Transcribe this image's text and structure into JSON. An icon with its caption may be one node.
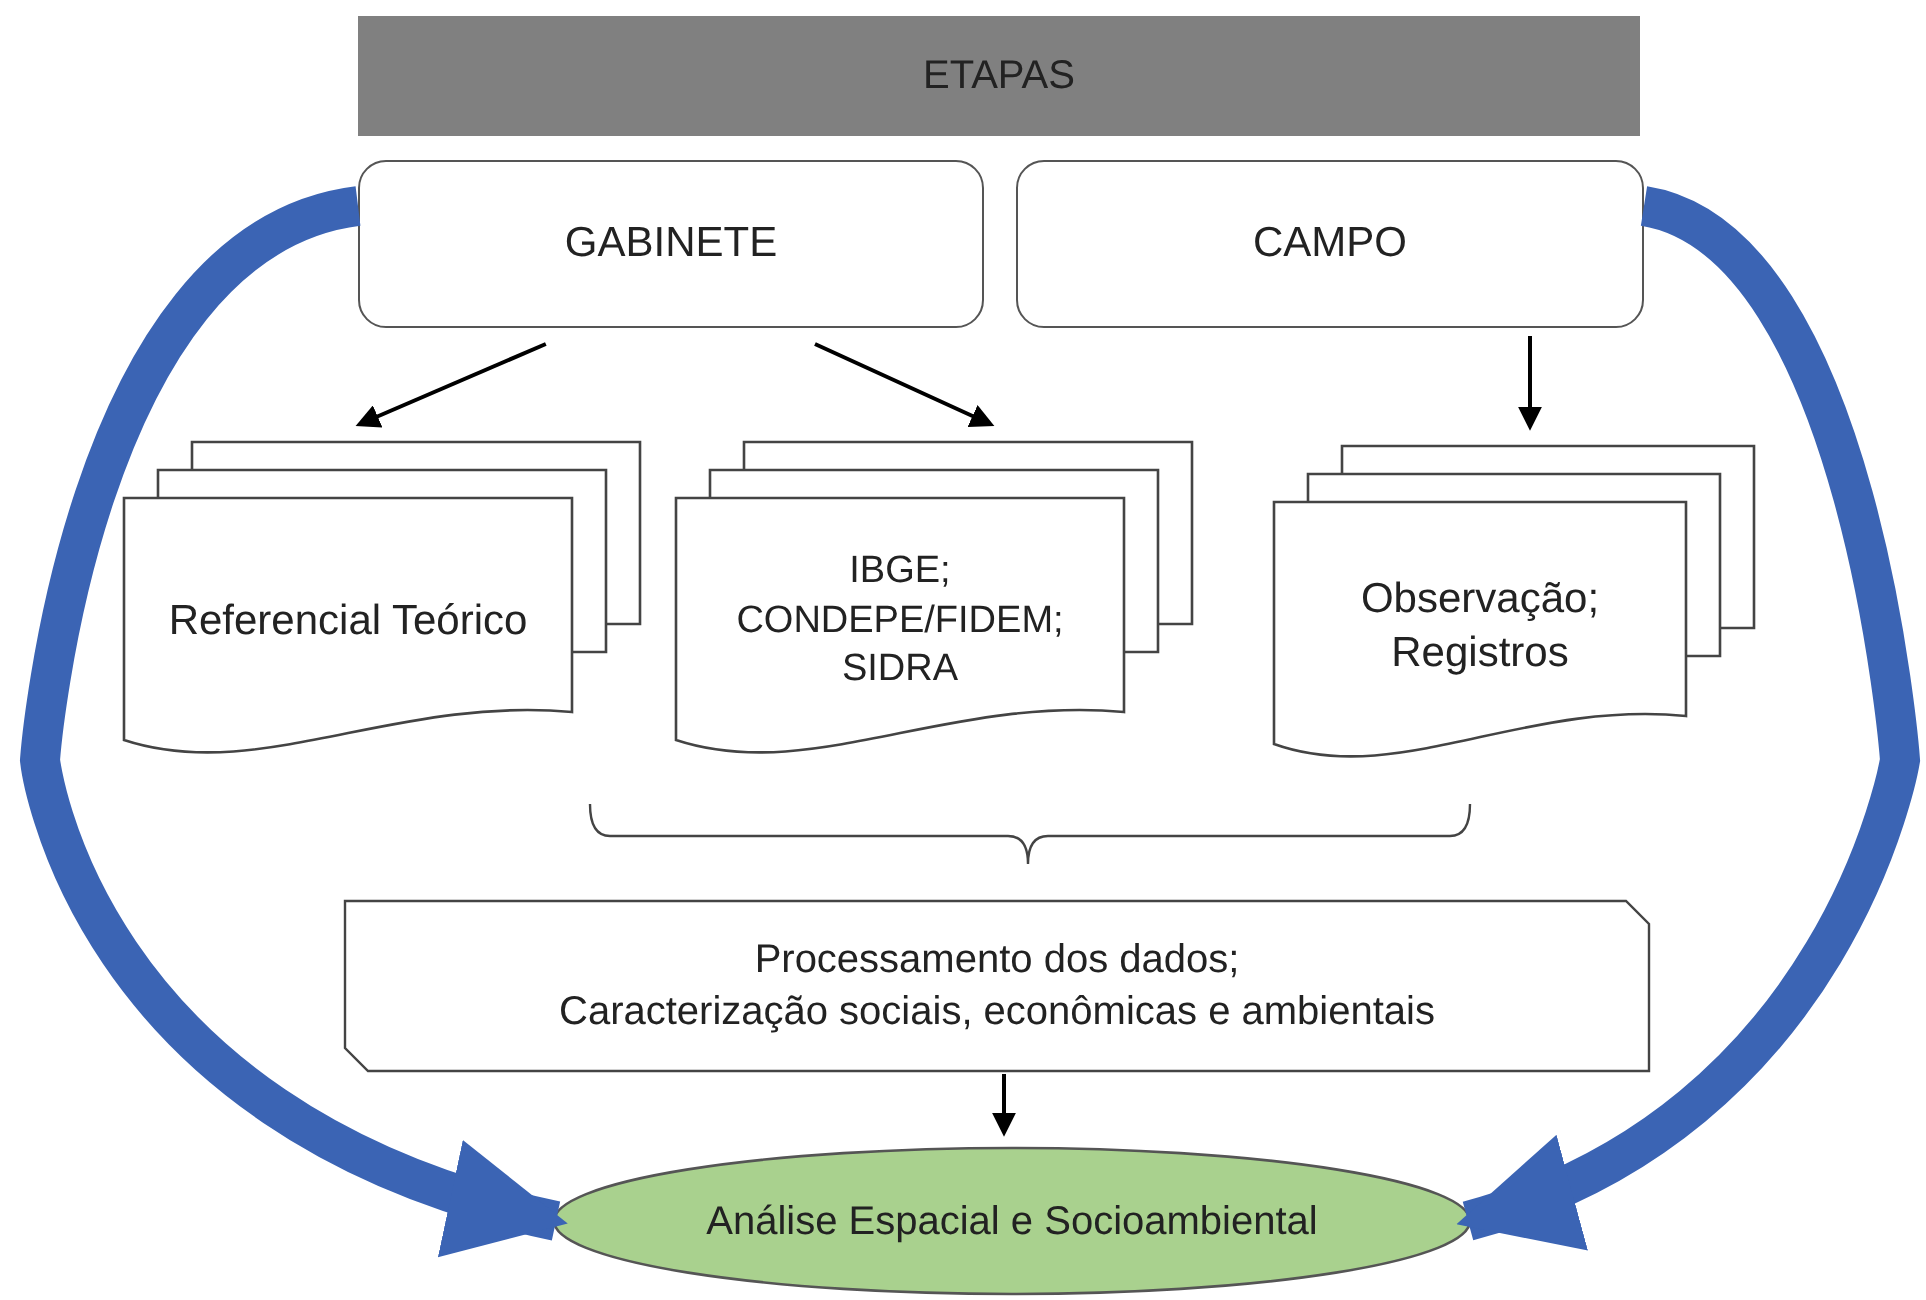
{
  "diagram": {
    "nodes": [
      {
        "text": [
          "ETAPAS"
        ]
      },
      {
        "text": [
          "GABINETE"
        ]
      },
      {
        "text": [
          "CAMPO"
        ]
      },
      {
        "text": [
          "Referencial Teórico"
        ]
      },
      {
        "text": [
          "IBGE; CONDEPE/FIDEM; SIDRA"
        ]
      },
      {
        "text": [
          "Observação; Registros"
        ]
      },
      {
        "text": [
          "Processamento dos dados;",
          "Caracterização sociais, econômicas e ambientais"
        ]
      },
      {
        "text": [
          "Análise Espacial e Socioambiental"
        ]
      }
    ],
    "edges": [
      {
        "from": 1,
        "to": 3,
        "arrow": "to"
      },
      {
        "from": 1,
        "to": 4,
        "arrow": "to"
      },
      {
        "from": 2,
        "to": 5,
        "arrow": "to"
      },
      {
        "from": 6,
        "to": 7,
        "arrow": "to"
      },
      {
        "from": 1,
        "to": 7,
        "arrow": "to",
        "style": "thick",
        "color": "#3b64b4"
      },
      {
        "from": 2,
        "to": 7,
        "arrow": "to",
        "style": "thick",
        "color": "#3b64b4"
      }
    ]
  }
}
